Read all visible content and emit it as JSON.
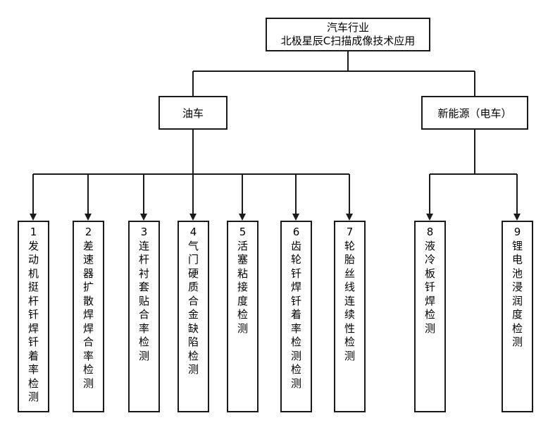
{
  "diagram": {
    "root": {
      "line1": "汽车行业",
      "line2": "北极星辰C扫描成像技术应用"
    },
    "branches": [
      {
        "label": "油车",
        "children": [
          {
            "number": "1",
            "text": "发动机挺杆钎焊钎着率检测"
          },
          {
            "number": "2",
            "text": "差速器扩散焊焊合率检测"
          },
          {
            "number": "3",
            "text": "连杆衬套贴合率检测"
          },
          {
            "number": "4",
            "text": "气门硬质合金缺陷检测"
          },
          {
            "number": "5",
            "text": "活塞粘接度检测"
          },
          {
            "number": "6",
            "text": "齿轮钎焊钎着率检测检测"
          },
          {
            "number": "7",
            "text": "轮胎丝线连续性检测"
          }
        ]
      },
      {
        "label": "新能源（电车）",
        "children": [
          {
            "number": "8",
            "text": "液冷板钎焊检测"
          },
          {
            "number": "9",
            "text": "锂电池浸润度检测"
          }
        ]
      }
    ]
  }
}
